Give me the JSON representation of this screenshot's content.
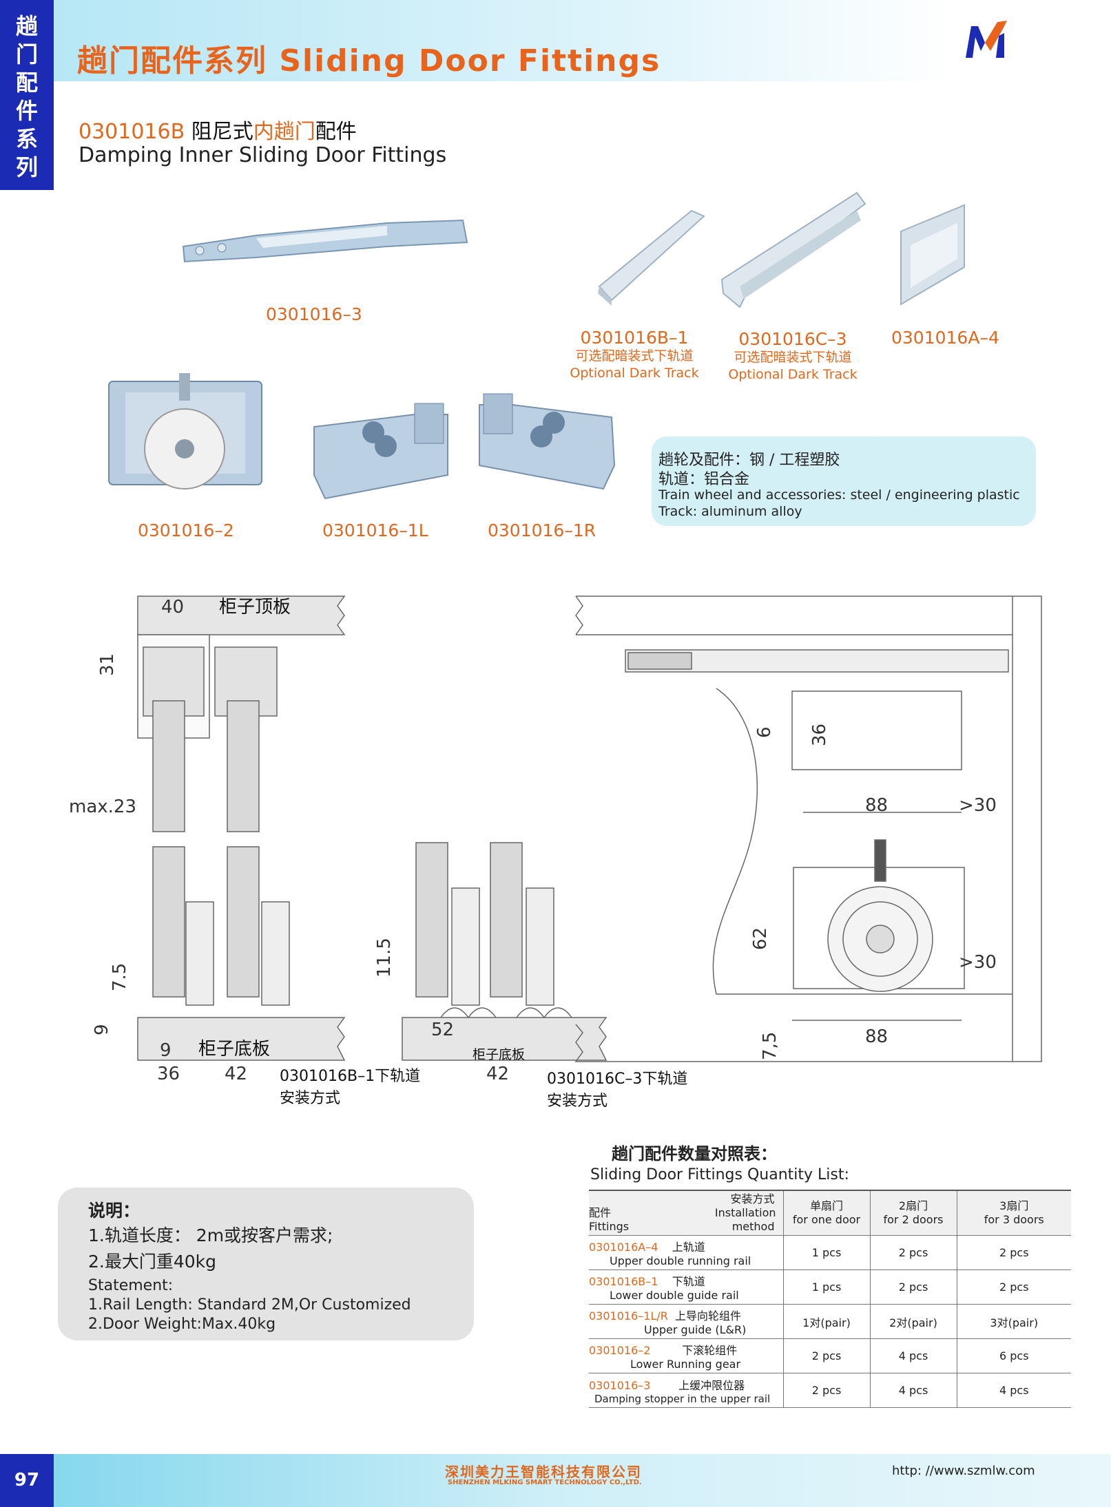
{
  "side_tab": {
    "chars": [
      "趟",
      "门",
      "配",
      "件",
      "系",
      "列"
    ]
  },
  "header": {
    "title": "趟门配件系列 Sliding Door Fittings"
  },
  "product": {
    "code": "0301016B",
    "title_cn_1": "阻尼式",
    "title_cn_hl": "内趟门",
    "title_cn_2": "配件",
    "subtitle": "Damping Inner Sliding Door Fittings"
  },
  "parts": {
    "p3": "0301016–3",
    "b1": "0301016B–1",
    "b1_cn": "可选配暗装式下轨道",
    "b1_en": "Optional Dark Track",
    "c3": "0301016C–3",
    "c3_cn": "可选配暗装式下轨道",
    "c3_en": "Optional Dark Track",
    "a4": "0301016A–4",
    "p2": "0301016–2",
    "p1l": "0301016–1L",
    "p1r": "0301016–1R"
  },
  "material": {
    "cn1": "趟轮及配件：钢 / 工程塑胶",
    "cn2": "轨道：铝合金",
    "en1": "Train wheel and accessories: steel  / engineering plastic",
    "en2": "Track: aluminum alloy"
  },
  "drawing": {
    "top_panel": "柜子顶板",
    "bottom_panel": "柜子底板",
    "bottom_panel_2": "柜子底板",
    "dim_40": "40",
    "dim_31": "31",
    "dim_max23": "max.23",
    "dim_75": "7.5",
    "dim_9a": "9",
    "dim_9b": "9",
    "dim_36": "36",
    "dim_42a": "42",
    "dim_115": "11.5",
    "dim_52": "52",
    "dim_42b": "42",
    "install_b1": "0301016B–1下轨道",
    "install_b1_2": "安装方式",
    "install_c3": "0301016C–3下轨道",
    "install_c3_2": "安装方式",
    "dim_6": "6",
    "dim_36b": "36",
    "dim_88a": "88",
    "dim_gt30a": ">30",
    "dim_62": "62",
    "dim_gt30b": ">30",
    "dim_75b": "7,5",
    "dim_88b": "88"
  },
  "notes": {
    "title": "说明：",
    "line1": "1.轨道长度： 2m或按客户需求;",
    "line2": "2.最大门重40kg",
    "en_title": "Statement:",
    "en1": "1.Rail Length: Standard 2M,Or Customized",
    "en2": "2.Door Weight:Max.40kg"
  },
  "qty": {
    "title": "趟门配件数量对照表：",
    "subtitle": "Sliding Door Fittings Quantity List:",
    "head_method_cn": "安装方式",
    "head_method_en1": "Installation",
    "head_method_en2": "method",
    "head_fit_cn": "配件",
    "head_fit_en": "Fittings",
    "cols": [
      {
        "cn": "单扇门",
        "en": "for one door"
      },
      {
        "cn": "2扇门",
        "en": "for 2 doors"
      },
      {
        "cn": "3扇门",
        "en": "for 3 doors"
      }
    ],
    "rows": [
      {
        "code": "0301016A–4",
        "cn": "上轨道",
        "en": "Upper double running rail",
        "v": [
          "1 pcs",
          "2 pcs",
          "2 pcs"
        ]
      },
      {
        "code": "0301016B–1",
        "cn": "下轨道",
        "en": "Lower double guide rail",
        "v": [
          "1 pcs",
          "2 pcs",
          "2 pcs"
        ]
      },
      {
        "code": "0301016–1L/R",
        "cn": "上导向轮组件",
        "en": "Upper guide (L&R)",
        "v": [
          "1对(pair)",
          "2对(pair)",
          "3对(pair)"
        ]
      },
      {
        "code": "0301016–2",
        "cn": "下滚轮组件",
        "en": "Lower Running gear",
        "v": [
          "2 pcs",
          "4 pcs",
          "6 pcs"
        ]
      },
      {
        "code": "0301016–3",
        "cn": "上缓冲限位器",
        "en": "Damping stopper in the upper rail",
        "v": [
          "2 pcs",
          "4 pcs",
          "4 pcs"
        ]
      }
    ]
  },
  "footer": {
    "page": "97",
    "company_cn": "深圳美力王智能科技有限公司",
    "company_en": "SHENZHEN MLKING SMART TECHNOLOGY CO.,LTD.",
    "website": "http: //www.szmlw.com"
  },
  "colors": {
    "accent": "#e0681e",
    "brand_blue": "#1b2bb4",
    "band": "#b6e7f5"
  }
}
